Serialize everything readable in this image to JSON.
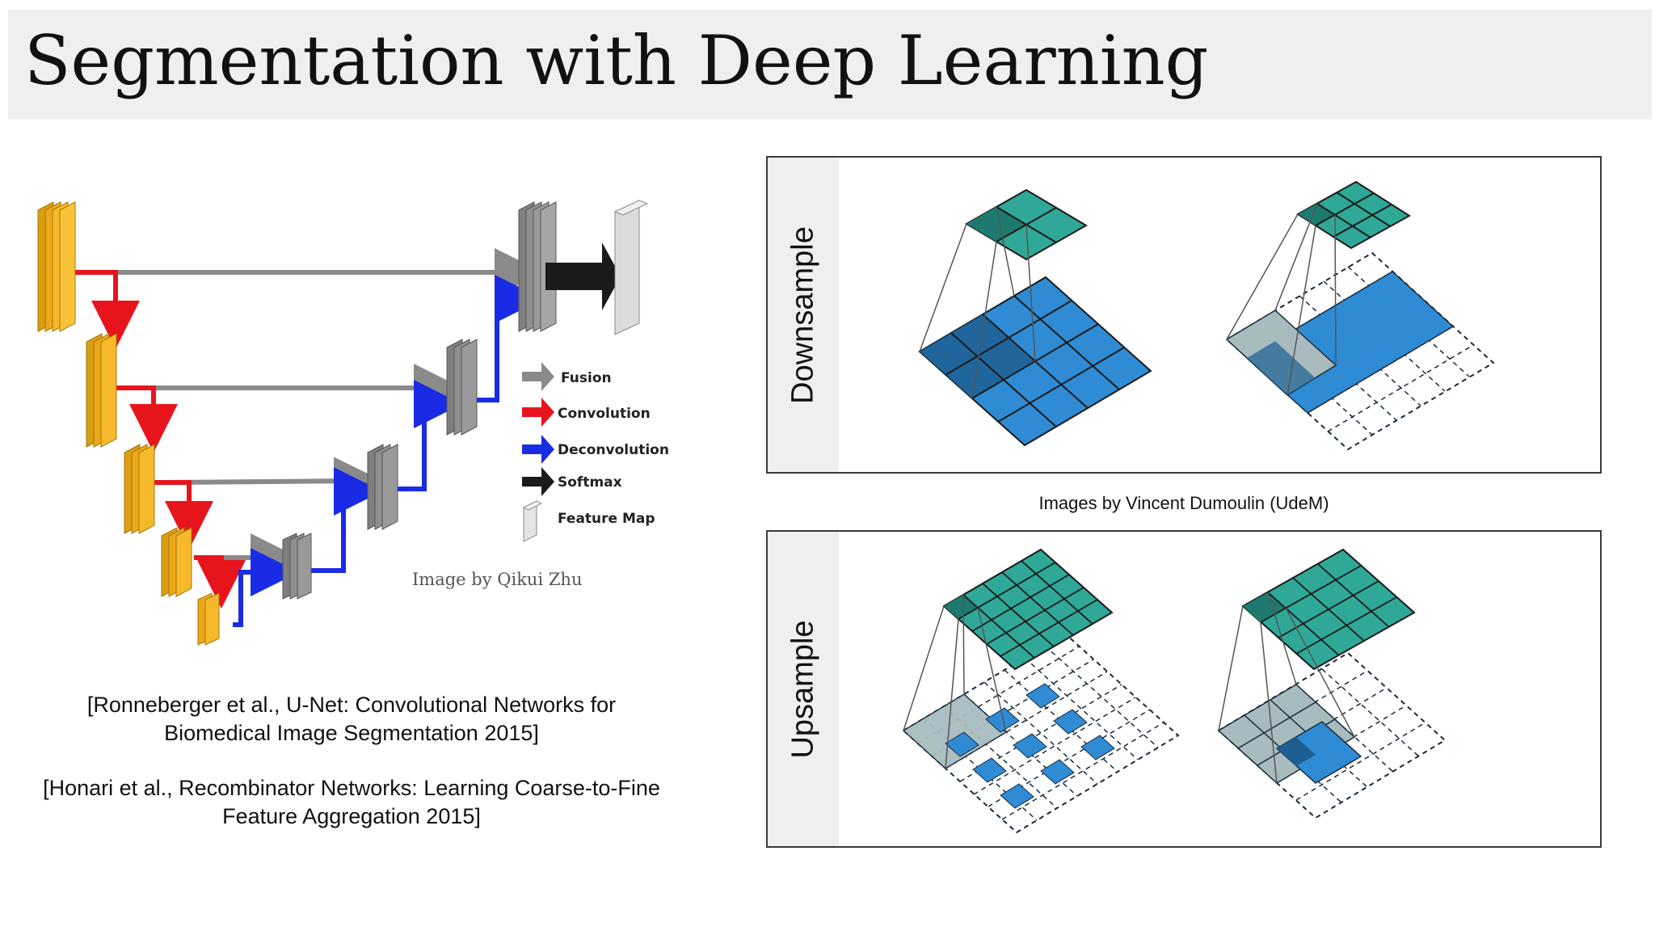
{
  "slide": {
    "title": "Segmentation with Deep Learning"
  },
  "unet": {
    "legend": [
      "Fusion",
      "Convolution",
      "Deconvolution",
      "Softmax",
      "Feature Map"
    ],
    "credit": "Image by Qikui Zhu",
    "colors": {
      "encoder": "#f6b92b",
      "decoder": "#9a9a9a",
      "fusion": "#8a8a8a",
      "convolution": "#e8141c",
      "deconvolution": "#1a2be6",
      "softmax": "#1a1a1a",
      "feature_map": "#e4e4e4"
    }
  },
  "references": [
    "[Ronneberger et al., U-Net: Convolutional Networks for Biomedical Image Segmentation 2015]",
    "[Honari et al., Recombinator Networks: Learning Coarse-to-Fine Feature Aggregation 2015]"
  ],
  "conv_panels": {
    "downsample_label": "Downsample",
    "upsample_label": "Upsample",
    "credit": "Images by Vincent Dumoulin (UdeM)",
    "colors": {
      "output": "#2fa898",
      "input": "#2f8bd4",
      "input_dark": "#1d5f93",
      "padding": "#a8bcc0"
    }
  }
}
